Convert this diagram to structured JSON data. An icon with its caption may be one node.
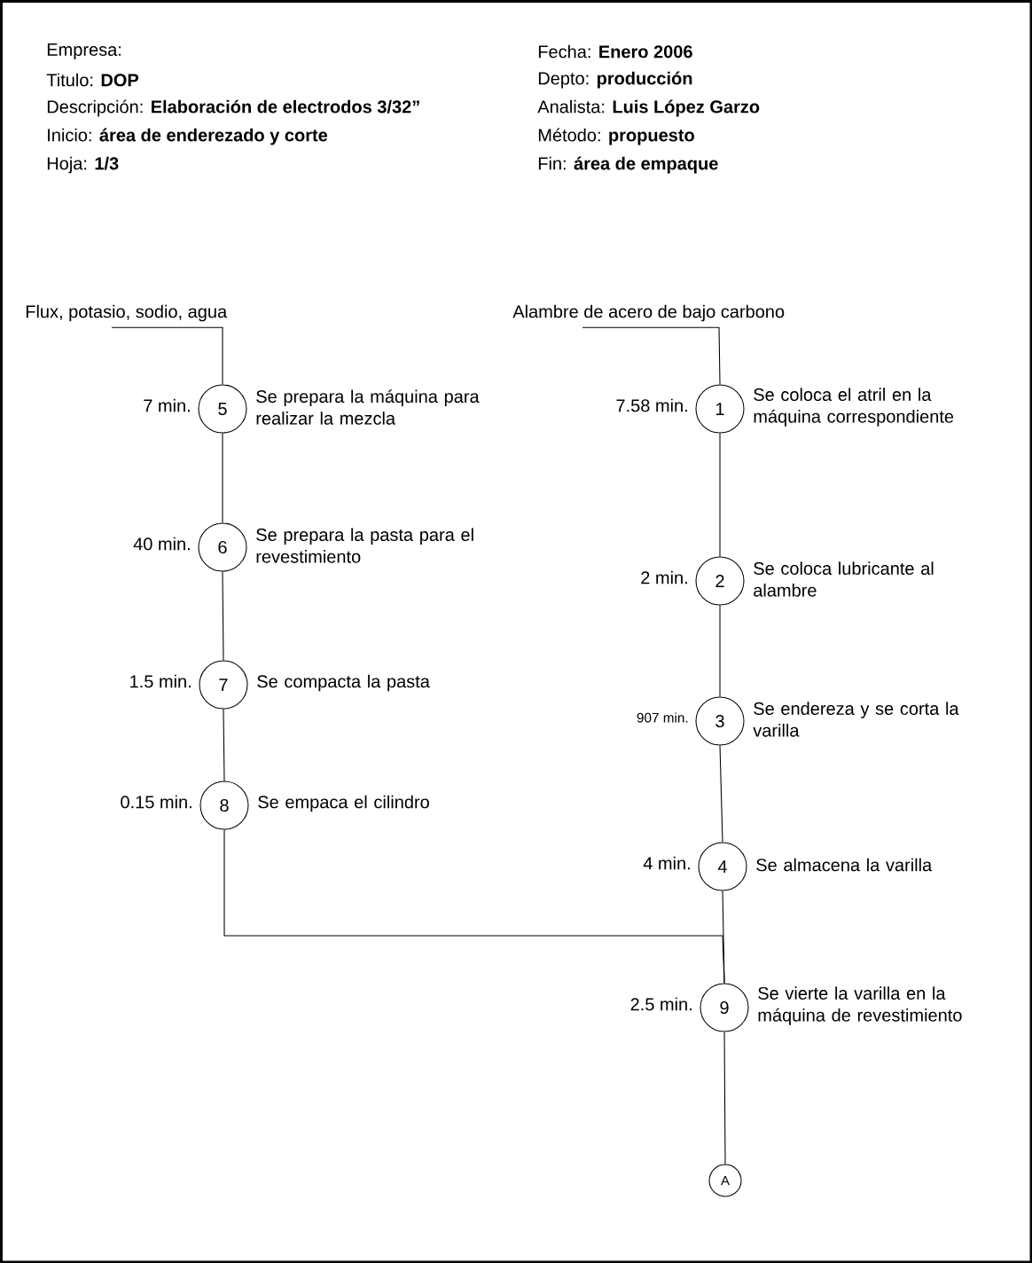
{
  "diagram": {
    "nodes": [
      {
        "text": [
          "Flux, potasio, sodio, agua"
        ]
      },
      {
        "text": [
          "Alambre de acero de bajo carbono"
        ]
      },
      {
        "text": [
          "5"
        ],
        "beside": [
          "7 min.",
          "Se prepara la máquina para realizar la mezcla"
        ]
      },
      {
        "text": [
          "6"
        ],
        "beside": [
          "40 min.",
          "Se prepara la pasta para el revestimiento"
        ]
      },
      {
        "text": [
          "7"
        ],
        "beside": [
          "1.5 min.",
          "Se compacta la pasta"
        ]
      },
      {
        "text": [
          "8"
        ],
        "beside": [
          "0.15 min.",
          "Se empaca el cilindro"
        ]
      },
      {
        "text": [
          "1"
        ],
        "beside": [
          "7.58 min.",
          "Se coloca el atril en la máquina correspondiente"
        ]
      },
      {
        "text": [
          "2"
        ],
        "beside": [
          "2 min.",
          "Se coloca lubricante al alambre"
        ]
      },
      {
        "text": [
          "3"
        ],
        "beside": [
          "907 min.",
          "Se endereza y se corta la varilla"
        ]
      },
      {
        "text": [
          "4"
        ],
        "beside": [
          "4 min.",
          "Se almacena la varilla"
        ]
      },
      {
        "text": [
          "9"
        ],
        "beside": [
          "2.5 min.",
          "Se vierte la varilla en la máquina de revestimiento"
        ]
      },
      {
        "text": [
          "A"
        ]
      }
    ],
    "edges": [
      {
        "from": 0,
        "to": 2,
        "arrow": "none"
      },
      {
        "from": 2,
        "to": 3,
        "arrow": "none"
      },
      {
        "from": 3,
        "to": 4,
        "arrow": "none"
      },
      {
        "from": 4,
        "to": 5,
        "arrow": "none"
      },
      {
        "from": 1,
        "to": 6,
        "arrow": "none"
      },
      {
        "from": 6,
        "to": 7,
        "arrow": "none"
      },
      {
        "from": 7,
        "to": 8,
        "arrow": "none"
      },
      {
        "from": 8,
        "to": 9,
        "arrow": "none"
      },
      {
        "from": 5,
        "to": 10,
        "arrow": "none"
      },
      {
        "from": 9,
        "to": 10,
        "arrow": "none"
      },
      {
        "from": 10,
        "to": 11,
        "arrow": "none"
      }
    ],
    "labels": [
      "Empresa:",
      "Fecha: **Enero 2006**",
      "Titulo: **DOP**",
      "Depto: **producción**",
      "Descripción: **Elaboración de electrodos 3/32”**",
      "Analista: **Luis López Garzo**",
      "Inicio: **área de enderezado y corte**",
      "Método: **propuesto**",
      "Hoja: **1/3**",
      "Fin: **área de empaque**"
    ]
  }
}
